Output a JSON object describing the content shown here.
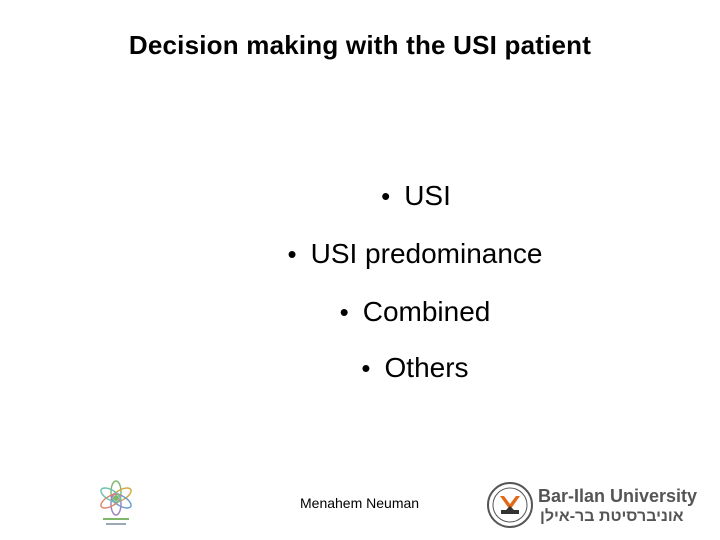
{
  "slide": {
    "title": "Decision making with the USI patient",
    "bullets": [
      {
        "marker": "•",
        "text": "USI"
      },
      {
        "marker": "•",
        "text": "USI predominance"
      },
      {
        "marker": "•",
        "text": "Combined"
      },
      {
        "marker": "•",
        "text": "Others"
      }
    ]
  },
  "footer": {
    "author": "Menahem Neuman",
    "university_name": "Bar-Ilan University",
    "university_name_hebrew": "אוניברסיטת בר-אילן",
    "left_logo_icon": "floral-emblem-icon",
    "right_logo_icon": "bar-ilan-crest-icon"
  },
  "colors": {
    "text": "#000000",
    "logo_gray": "#555555",
    "logo_accent": "#e06a1a"
  }
}
